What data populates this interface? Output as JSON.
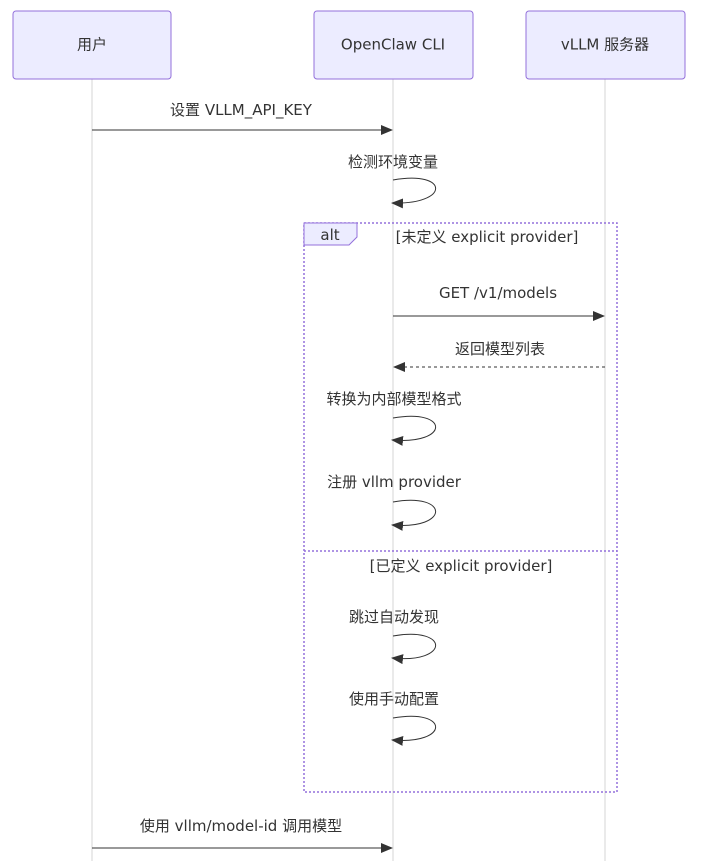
{
  "actors": [
    {
      "id": "user",
      "label": "用户"
    },
    {
      "id": "cli",
      "label": "OpenClaw CLI"
    },
    {
      "id": "vllm",
      "label": "vLLM 服务器"
    }
  ],
  "messages": [
    {
      "from": "user",
      "to": "cli",
      "text": "设置 VLLM_API_KEY",
      "style": "solid"
    },
    {
      "from": "cli",
      "to": "cli",
      "text": "检测环境变量",
      "style": "solid"
    },
    {
      "from": "cli",
      "to": "vllm",
      "text": "GET /v1/models",
      "style": "solid"
    },
    {
      "from": "vllm",
      "to": "cli",
      "text": "返回模型列表",
      "style": "dashed"
    },
    {
      "from": "cli",
      "to": "cli",
      "text": "转换为内部模型格式",
      "style": "solid"
    },
    {
      "from": "cli",
      "to": "cli",
      "text": "注册 vllm provider",
      "style": "solid"
    },
    {
      "from": "cli",
      "to": "cli",
      "text": "跳过自动发现",
      "style": "solid"
    },
    {
      "from": "cli",
      "to": "cli",
      "text": "使用手动配置",
      "style": "solid"
    },
    {
      "from": "user",
      "to": "cli",
      "text": "使用 vllm/model-id 调用模型",
      "style": "solid"
    }
  ],
  "alt_block": {
    "label": "alt",
    "conditions": [
      "[未定义 explicit provider]",
      "[已定义 explicit provider]"
    ]
  }
}
